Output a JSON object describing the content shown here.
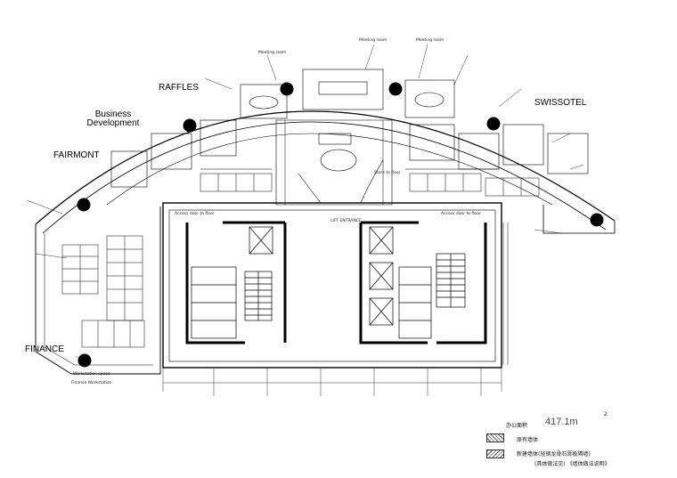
{
  "zones": {
    "raffles": "RAFFLES",
    "business_development": "Business Development",
    "fairmont": "FAIRMONT",
    "swissotel": "SWISSOTEL",
    "finance": "FINANCE"
  },
  "room_notes": {
    "meeting_room_1": "Meeting room",
    "meeting_room_2": "Meeting room",
    "meeting_room_3": "Meeting room",
    "lift_entrance": "LIFT ENTRANCE",
    "access_door_1": "Access door to floor",
    "access_door_2": "Access door to floor",
    "store": "Store to floor",
    "workstation": "Workstation space",
    "finance_workstation": "Finance Workstation"
  },
  "summary": {
    "area_label": "办公面积",
    "area_value": "417.1m",
    "area_unit_sup": "2"
  },
  "legend": [
    {
      "label": "原有墙体",
      "pattern": "hatch-a"
    },
    {
      "label": "新建墙体(轻钢龙骨石膏板隔墙)",
      "pattern": "hatch-b"
    }
  ],
  "legend_footnote": "(具体做法见)  《墙体做法说明》"
}
